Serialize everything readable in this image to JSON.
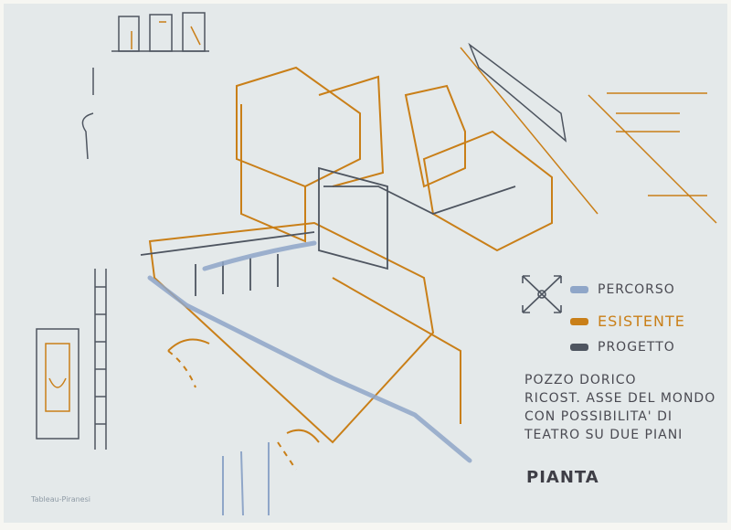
{
  "legend": {
    "items": [
      {
        "label": "PERCORSO",
        "color": "#8fa6c8"
      },
      {
        "label": "ESISTENTE",
        "color": "#c97f18"
      },
      {
        "label": "PROGETTO",
        "color": "#4e5560"
      }
    ]
  },
  "notes": {
    "lines": [
      "POZZO DORICO",
      "RICOST. ASSE DEL MONDO",
      "CON POSSIBILITA' DI",
      "TEATRO SU DUE PIANI"
    ]
  },
  "title": "PIANTA",
  "signature": "Tableau-Piranesi",
  "colors": {
    "paper": "#e4e9ea",
    "ink_orange": "#c97f18",
    "ink_gray": "#4e5560",
    "ink_blue": "#8fa6c8"
  }
}
